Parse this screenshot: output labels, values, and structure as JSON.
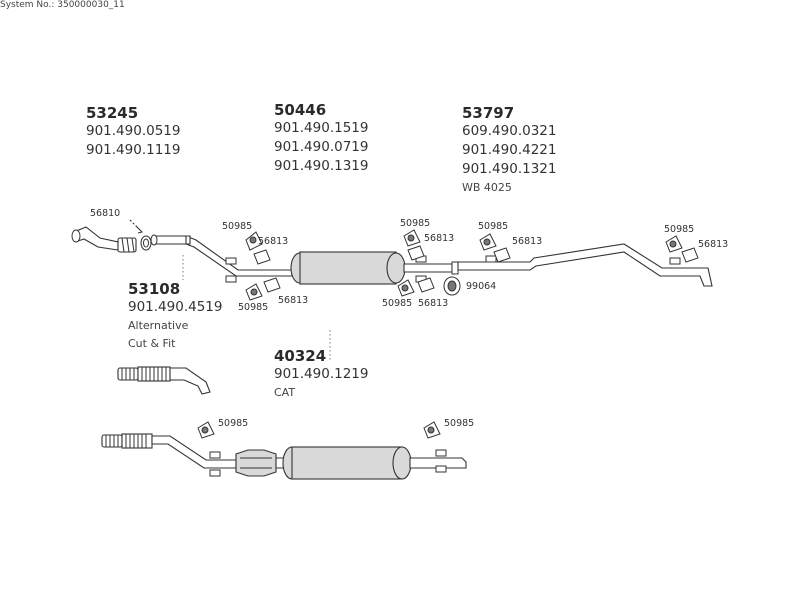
{
  "system": "System No.: 350000030_11",
  "groups": {
    "g53245": {
      "head": "53245",
      "lines": [
        "901.490.0519",
        "901.490.1119"
      ]
    },
    "g50446": {
      "head": "50446",
      "lines": [
        "901.490.1519",
        "901.490.0719",
        "901.490.1319"
      ]
    },
    "g53797": {
      "head": "53797",
      "lines": [
        "609.490.0321",
        "901.490.4221",
        "901.490.1321"
      ],
      "note": "WB 4025"
    },
    "g53108": {
      "head": "53108",
      "lines": [
        "901.490.4519"
      ],
      "notes": [
        "Alternative",
        "Cut & Fit"
      ]
    },
    "g40324": {
      "head": "40324",
      "lines": [
        "901.490.1219"
      ],
      "note": "CAT"
    }
  },
  "labels": {
    "l56810": "56810",
    "l50985_a": "50985",
    "l56813_a": "56813",
    "l56813_b": "56813",
    "l50985_b": "50985",
    "l50985_c": "50985",
    "l56813_c": "56813",
    "l50985_d": "50985",
    "l56813_d": "56813",
    "l99064": "99064",
    "l50985_e": "50985",
    "l56813_e": "56813",
    "l50985_f": "50985",
    "l56813_f": "56813",
    "l50985_g": "50985",
    "l50985_h": "50985"
  }
}
